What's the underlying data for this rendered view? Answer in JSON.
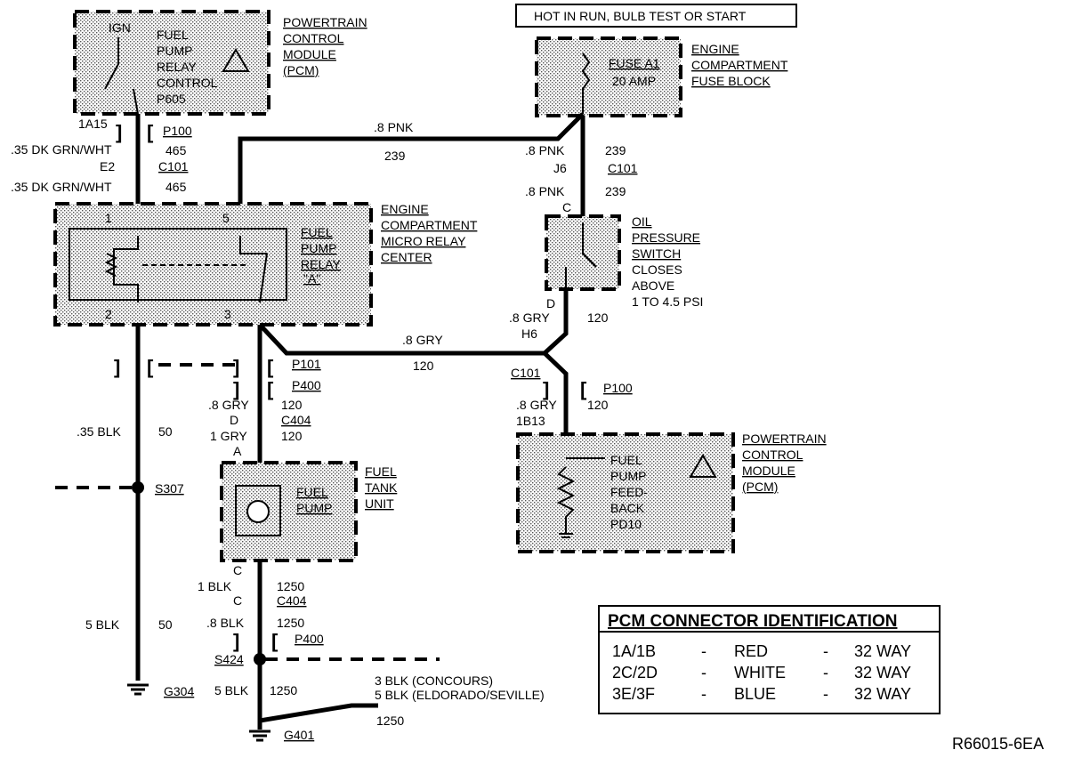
{
  "hot_label": "HOT IN RUN, BULB TEST OR START",
  "pcm_top": {
    "title": [
      "POWERTRAIN",
      "CONTROL",
      "MODULE",
      "(PCM)"
    ],
    "ign": "IGN",
    "inner": [
      "FUEL",
      "PUMP",
      "RELAY",
      "CONTROL",
      "P605"
    ]
  },
  "fuse_block": {
    "title": [
      "ENGINE",
      "COMPARTMENT",
      "FUSE BLOCK"
    ],
    "fuse_name": "FUSE A1",
    "fuse_amp": "20 AMP"
  },
  "relay_center": {
    "title": [
      "ENGINE",
      "COMPARTMENT",
      "MICRO RELAY",
      "CENTER"
    ],
    "relay": [
      "FUEL",
      "PUMP",
      "RELAY",
      "\"A\""
    ],
    "pins": [
      "1",
      "2",
      "3",
      "5"
    ]
  },
  "oil_switch": {
    "title": [
      "OIL",
      "PRESSURE",
      "SWITCH"
    ],
    "desc": [
      "CLOSES",
      "ABOVE",
      "1 TO 4.5 PSI"
    ],
    "pin_top": "C",
    "pin_bottom": "D"
  },
  "fuel_tank": {
    "title": [
      "FUEL",
      "TANK",
      "UNIT"
    ],
    "pump": [
      "FUEL",
      "PUMP"
    ],
    "pin_top": "A",
    "pin_bottom": "C"
  },
  "pcm_bottom": {
    "title": [
      "POWERTRAIN",
      "CONTROL",
      "MODULE",
      "(PCM)"
    ],
    "inner": [
      "FUEL",
      "PUMP",
      "FEED-",
      "BACK",
      "PD10"
    ]
  },
  "wires": {
    "w465_top": {
      "pin": "1A15",
      "conn": "P100",
      "color": ".35 DK GRN/WHT",
      "circuit": "465"
    },
    "c101_e2": {
      "pin": "E2",
      "conn": "C101",
      "color": ".35 DK GRN/WHT",
      "circuit": "465"
    },
    "pnk_h": {
      "color": ".8 PNK",
      "circuit": "239"
    },
    "pnk_v1": {
      "color": ".8 PNK",
      "circuit": "239",
      "pin": "J6",
      "conn": "C101"
    },
    "pnk_v2": {
      "color": ".8 PNK",
      "circuit": "239"
    },
    "gry_h": {
      "color": ".8 GRY",
      "circuit": "120",
      "conn": "C101"
    },
    "gry_oil": {
      "color": ".8 GRY",
      "pin": "H6",
      "circuit": "120"
    },
    "gry_pcm": {
      "conn": "P100",
      "color": ".8 GRY",
      "circuit": "120",
      "pin": "1B13"
    },
    "p101": "P101",
    "p400a": "P400",
    "c404a": {
      "color": ".8 GRY",
      "pin": "D",
      "conn": "C404",
      "circuit": "120"
    },
    "gry1": {
      "color": "1 GRY",
      "circuit": "120"
    },
    "blk35": {
      "color": ".35 BLK",
      "circuit": "50"
    },
    "s307": "S307",
    "blk5": {
      "color": "5 BLK",
      "circuit": "50"
    },
    "g304": "G304",
    "blk1": {
      "color": "1 BLK",
      "circuit": "1250"
    },
    "c404b": {
      "pin": "C",
      "conn": "C404"
    },
    "blk8": {
      "color": ".8 BLK",
      "circuit": "1250"
    },
    "p400b": "P400",
    "s424": "S424",
    "blk5b": {
      "color": "5 BLK",
      "circuit": "1250"
    },
    "g401": "G401",
    "blk_alt": [
      "3 BLK (CONCOURS)",
      "5 BLK (ELDORADO/SEVILLE)"
    ],
    "blk_alt_circuit": "1250"
  },
  "pcm_table": {
    "title": "PCM CONNECTOR IDENTIFICATION",
    "rows": [
      {
        "pins": "1A/1B",
        "sep1": "-",
        "color": "RED",
        "sep2": "-",
        "ways": "32 WAY"
      },
      {
        "pins": "2C/2D",
        "sep1": "-",
        "color": "WHITE",
        "sep2": "-",
        "ways": "32 WAY"
      },
      {
        "pins": "3E/3F",
        "sep1": "-",
        "color": "BLUE",
        "sep2": "-",
        "ways": "32 WAY"
      }
    ]
  },
  "figure_id": "R66015-6EA"
}
